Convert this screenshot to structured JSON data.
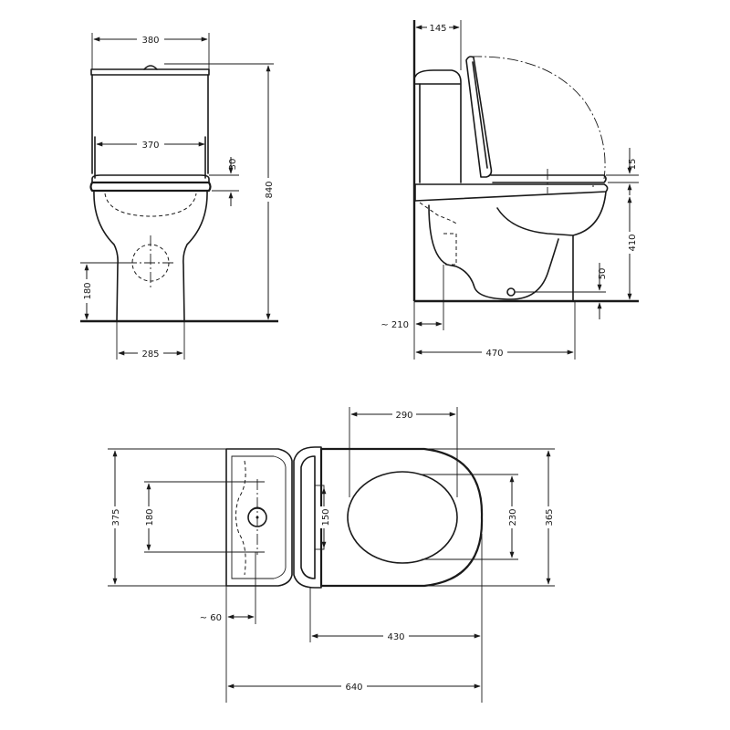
{
  "views": {
    "front": {
      "width_top": "380",
      "width_seat": "370",
      "seat_gap": "30",
      "total_height": "840",
      "outlet_height": "180",
      "base_width": "285"
    },
    "side": {
      "tank_depth": "145",
      "seat_thickness": "15",
      "seat_height": "410",
      "outlet_center": "50",
      "wall_offset": "~ 210",
      "depth": "470"
    },
    "top": {
      "seat_opening": "290",
      "total_width": "375",
      "hole_spacing": "180",
      "hinge_spacing": "150",
      "seat_inner": "230",
      "bowl_width": "365",
      "wall_gap": "~ 60",
      "bowl_length": "430",
      "total_length": "640"
    }
  }
}
